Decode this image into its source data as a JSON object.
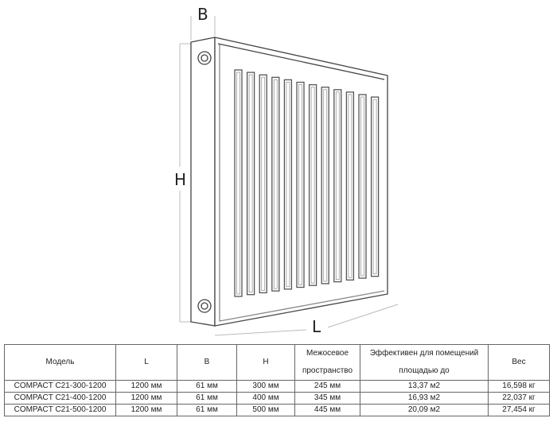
{
  "diagram": {
    "dimension_labels": {
      "width_depth": "B",
      "height": "H",
      "length": "L"
    }
  },
  "table": {
    "headers": [
      "Модель",
      "L",
      "B",
      "H",
      "Межосевое пространство",
      "Эффективен для помещений площадью до",
      "Вес"
    ],
    "header_lines": {
      "spacing": [
        "Межосевое",
        "пространство"
      ],
      "effective": [
        "Эффективен для помещений",
        "площадью до"
      ]
    },
    "rows": [
      [
        "COMPACT C21-300-1200",
        "1200 мм",
        "61 мм",
        "300 мм",
        "245 мм",
        "13,37 м2",
        "16,598 кг"
      ],
      [
        "COMPACT C21-400-1200",
        "1200 мм",
        "61 мм",
        "400 мм",
        "345 мм",
        "16,93 м2",
        "22,037 кг"
      ],
      [
        "COMPACT C21-500-1200",
        "1200 мм",
        "61 мм",
        "500 мм",
        "445 мм",
        "20,09 м2",
        "27,454 кг"
      ]
    ]
  }
}
